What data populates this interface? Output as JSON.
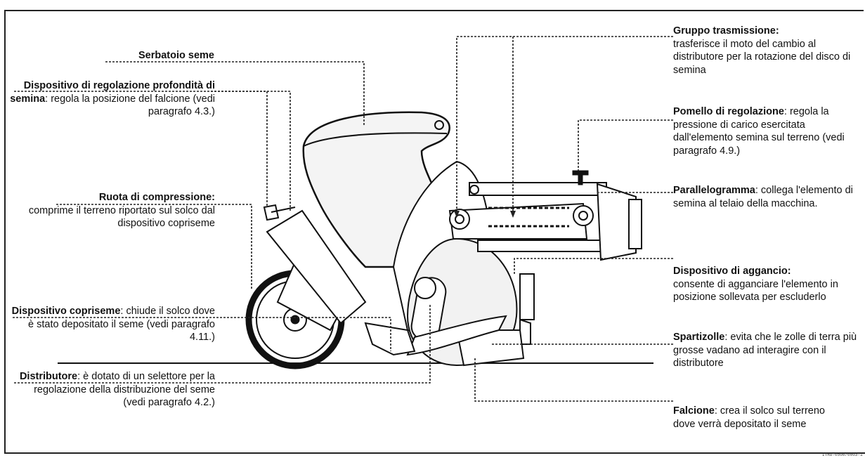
{
  "left_labels": [
    {
      "id": "serbatoio",
      "title": "Serbatoio seme",
      "desc": ""
    },
    {
      "id": "regolazione-profondita",
      "title": "Dispositivo di regolazione profondità di semina",
      "desc": ": regola la posizione del falcione (vedi paragrafo 4.3.)"
    },
    {
      "id": "ruota-compressione",
      "title": "Ruota di compressione:",
      "desc": "comprime il terreno riportato sul solco dal dispositivo copriseme"
    },
    {
      "id": "copriseme",
      "title": "Dispositivo copriseme",
      "desc": ": chiude il solco dove è stato depositato il seme (vedi paragrafo 4.11.)"
    },
    {
      "id": "distributore",
      "title": "Distributore",
      "desc": ": è dotato di un selettore per la regolazione della distribuzione del seme (vedi paragrafo 4.2.)"
    }
  ],
  "right_labels": [
    {
      "id": "gruppo-trasmissione",
      "title": "Gruppo trasmissione:",
      "desc": "trasferisce il moto del cambio al distributore per la rotazione del disco di semina"
    },
    {
      "id": "pomello-regolazione",
      "title": "Pomello di regolazione",
      "desc": ": regola la pressione di carico esercitata dall'elemento semina sul terreno (vedi paragrafo 4.9.)"
    },
    {
      "id": "parallelogramma",
      "title": "Parallelogramma",
      "desc": ": collega l'elemento di semina al telaio della macchina."
    },
    {
      "id": "aggancio",
      "title": "Dispositivo di aggancio:",
      "desc": "consente di agganciare l'elemento in posizione sollevata per escluderlo"
    },
    {
      "id": "spartizolle",
      "title": "Spartizolle",
      "desc": ": evita che le zolle di terra più grosse vadano ad interagire con il distributore"
    },
    {
      "id": "falcione",
      "title": "Falcione",
      "desc": ": crea il solco sul terreno dove verrà depositato il seme"
    }
  ],
  "ref_code": "ITRU-0500/0003-1"
}
